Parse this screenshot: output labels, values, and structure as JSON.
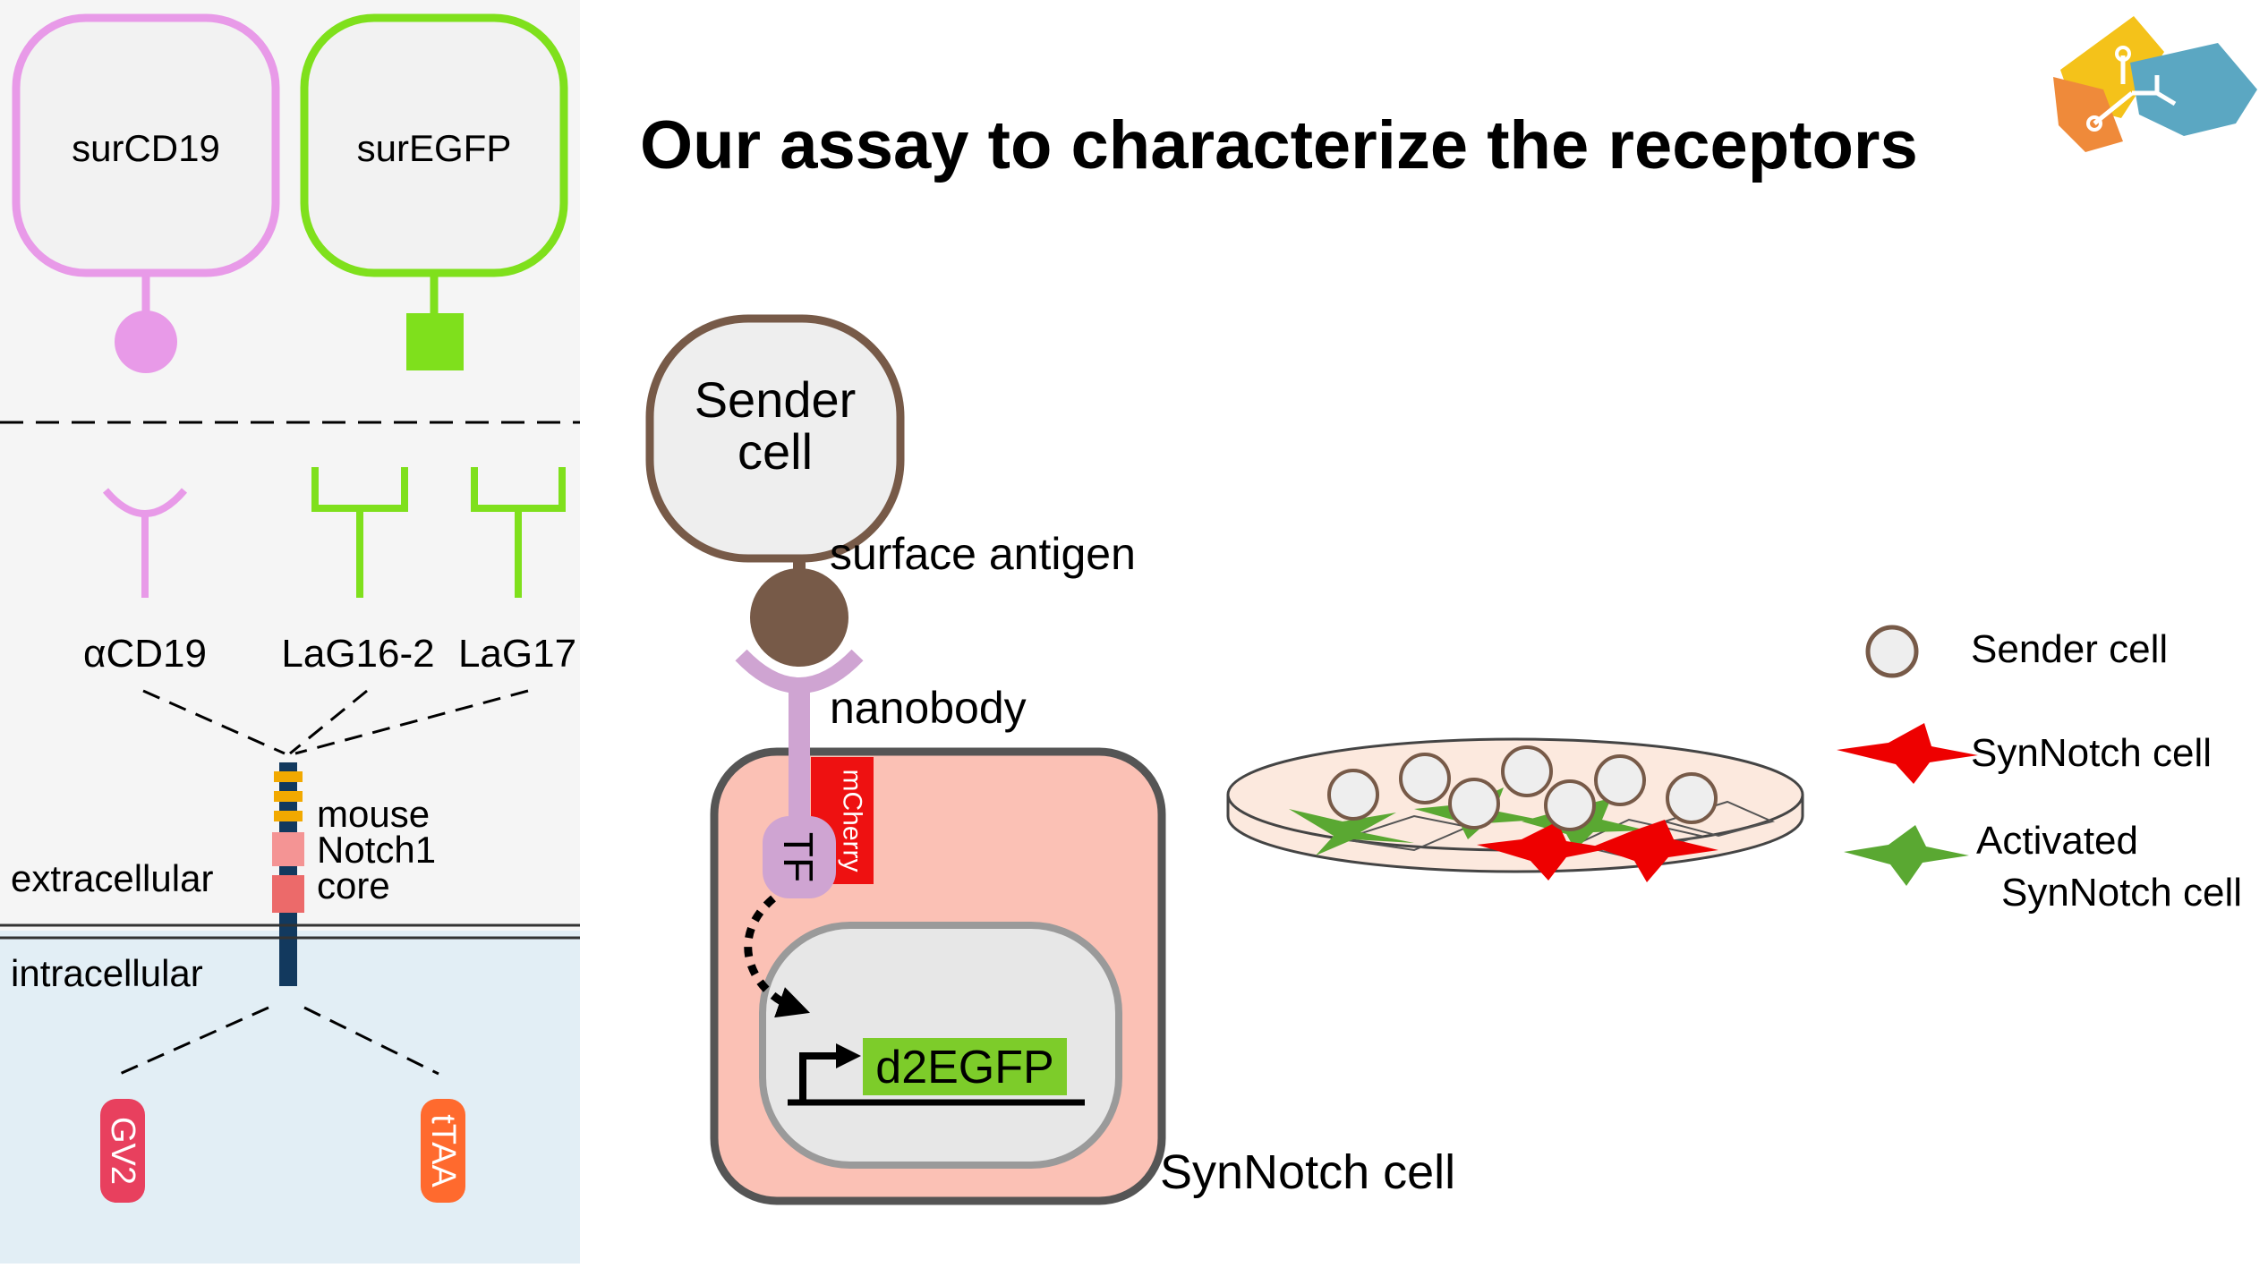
{
  "title": "Our assay to characterize the receptors",
  "left_panel": {
    "antigens": [
      {
        "label": "surCD19",
        "color": "#e89ae8"
      },
      {
        "label": "surEGFP",
        "color": "#7fe01c"
      }
    ],
    "binders": [
      {
        "label": "αCD19"
      },
      {
        "label": "LaG16-2"
      },
      {
        "label": "LaG17"
      }
    ],
    "core_label": [
      "mouse",
      "Notch1",
      "core"
    ],
    "extracellular_label": "extracellular",
    "intracellular_label": "intracellular",
    "tfs": [
      {
        "label": "GV2",
        "color": "#e8405e"
      },
      {
        "label": "tTAA",
        "color": "#ff6a2e"
      }
    ]
  },
  "assay": {
    "sender_label": [
      "Sender",
      "cell"
    ],
    "surface_antigen_label": "surface antigen",
    "nanobody_label": "nanobody",
    "mcherry_label": "mCherry",
    "tf_label": "TF",
    "reporter_label": "d2EGFP",
    "synnotch_label": "SynNotch cell"
  },
  "legend": [
    {
      "label": "Sender cell",
      "symbol": "circle"
    },
    {
      "label": "SynNotch cell",
      "symbol": "red-star",
      "color": "#ee0000"
    },
    {
      "label": "Activated",
      "label2": "SynNotch cell",
      "symbol": "green-star",
      "color": "#5aa832"
    }
  ],
  "colors": {
    "sender_brown": "#775a48",
    "nanobody_pink": "#cfa4d2",
    "synnotch_fill": "#fbc1b5",
    "nucleus_fill": "#e7e7e7",
    "mcherry_red": "#ee1111",
    "d2egfp_green": "#7dcc2a",
    "extracellular_bg": "#f5f5f5",
    "intracellular_bg": "#e2eef5"
  }
}
